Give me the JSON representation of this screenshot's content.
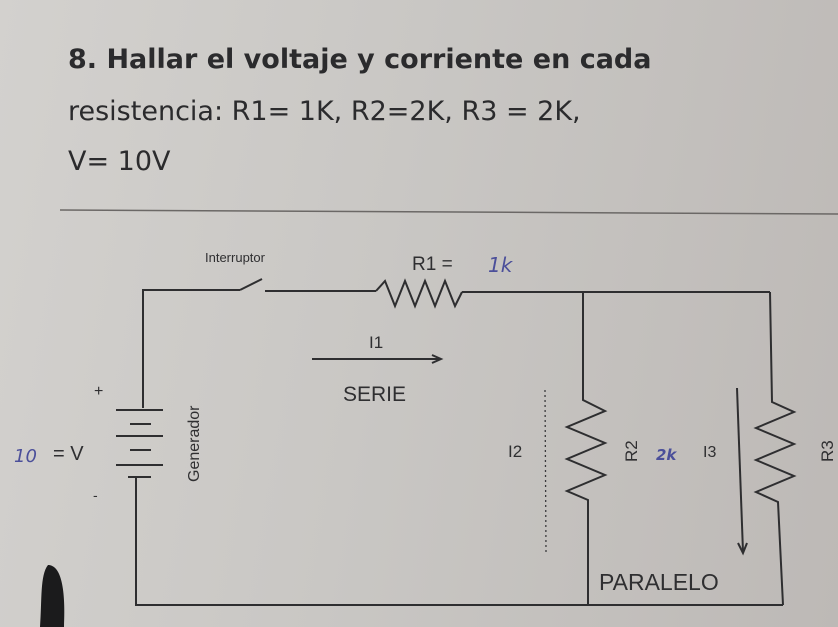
{
  "problem": {
    "line1": "8. Hallar el voltaje y corriente en cada",
    "line2": "resistencia: R1= 1K, R2=2K, R3 = 2K,",
    "line3": "V= 10V"
  },
  "circuit": {
    "switch_label": "Interruptor",
    "r1_label": "R1 =",
    "r1_handwritten": "1k",
    "current1_label": "I1",
    "series_label": "SERIE",
    "generator_label": "Generador",
    "plus_sign": "+",
    "minus_sign": "-",
    "voltage_label": "= V",
    "voltage_handwritten": "10",
    "current2_label": "I2",
    "r2_label": "R2",
    "r2_handwritten": "2k",
    "current3_label": "I3",
    "r3_label": "R3",
    "parallel_label": "PARALELO"
  },
  "colors": {
    "ink": "#2e2e30",
    "handwriting": "#4b4f9a",
    "paper": "#c9c7c4"
  }
}
